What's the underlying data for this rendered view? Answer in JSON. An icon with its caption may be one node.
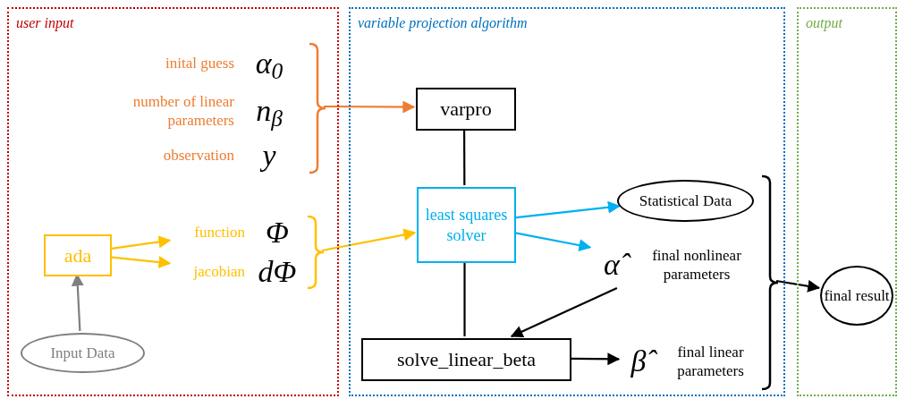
{
  "diagram": {
    "nodes": [
      {
        "text": [
          "user input"
        ]
      },
      {
        "text": [],
        "shape": "bracket",
        "in": 0
      },
      {
        "text": [
          "inital guess",
          "α$_{0}$"
        ],
        "in": 1
      },
      {
        "text": [
          "number of linear parameters",
          "n$_{β}$"
        ],
        "in": 1
      },
      {
        "text": [
          "observation",
          "y"
        ],
        "in": 1
      },
      {
        "text": [
          "ada"
        ],
        "in": 0
      },
      {
        "text": [],
        "shape": "bracket",
        "in": 0
      },
      {
        "text": [
          "function",
          "Φ"
        ],
        "in": 6
      },
      {
        "text": [
          "jacobian",
          "dΦ"
        ],
        "in": 6
      },
      {
        "text": [
          "Input Data"
        ],
        "in": 0
      },
      {
        "text": [
          "variable projection algorithm"
        ]
      },
      {
        "text": [
          "varpro"
        ],
        "in": 10
      },
      {
        "text": [
          "least squares solver"
        ],
        "in": 10
      },
      {
        "text": [],
        "shape": "bracket",
        "in": 10
      },
      {
        "text": [
          "Statistical Data"
        ],
        "in": 13
      },
      {
        "text": [
          "α̂",
          "final nonlinear parameters"
        ],
        "in": 13
      },
      {
        "text": [
          "β̂",
          "final linear parameters"
        ],
        "in": 13
      },
      {
        "text": [
          "solve_linear_beta"
        ],
        "in": 10
      },
      {
        "text": [
          "output"
        ]
      },
      {
        "text": [
          "final result"
        ],
        "in": 18
      }
    ],
    "edges": [
      {
        "from": 1,
        "to": 11,
        "arrow": "to",
        "color": "#ed7d31"
      },
      {
        "from": 9,
        "to": 5,
        "arrow": "to",
        "color": "#7f7f7f"
      },
      {
        "from": 5,
        "to": 7,
        "arrow": "to",
        "color": "#ffc000"
      },
      {
        "from": 5,
        "to": 8,
        "arrow": "to",
        "color": "#ffc000"
      },
      {
        "from": 6,
        "to": 12,
        "arrow": "to",
        "color": "#ffc000"
      },
      {
        "from": 11,
        "to": 12,
        "arrow": "none"
      },
      {
        "from": 12,
        "to": 17,
        "arrow": "none"
      },
      {
        "from": 12,
        "to": 14,
        "arrow": "to",
        "color": "#00b0f0"
      },
      {
        "from": 12,
        "to": 15,
        "arrow": "to",
        "color": "#00b0f0"
      },
      {
        "from": 15,
        "to": 17,
        "arrow": "to"
      },
      {
        "from": 17,
        "to": 16,
        "arrow": "to"
      },
      {
        "from": 13,
        "to": 19,
        "arrow": "to"
      }
    ]
  }
}
